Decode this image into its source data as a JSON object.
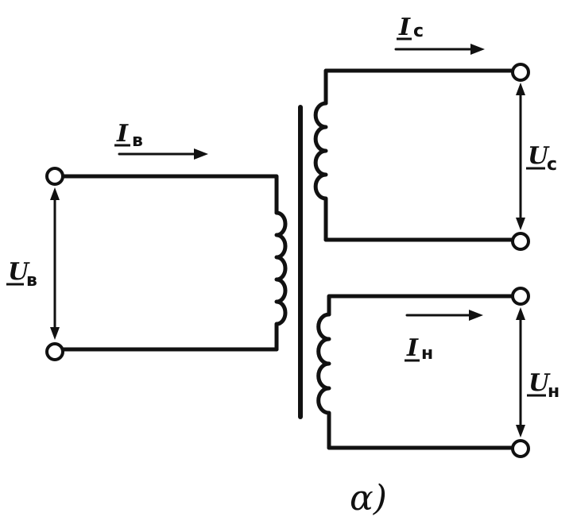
{
  "diagram": {
    "labels": {
      "current_primary": {
        "main": "I",
        "sub": "в"
      },
      "voltage_primary": {
        "main": "U",
        "sub": "в"
      },
      "current_secondary_upper": {
        "main": "I",
        "sub": "с"
      },
      "voltage_secondary_upper": {
        "main": "U",
        "sub": "с"
      },
      "current_secondary_lower": {
        "main": "I",
        "sub": "н"
      },
      "voltage_secondary_lower": {
        "main": "U",
        "sub": "н"
      }
    },
    "caption": "α)"
  }
}
